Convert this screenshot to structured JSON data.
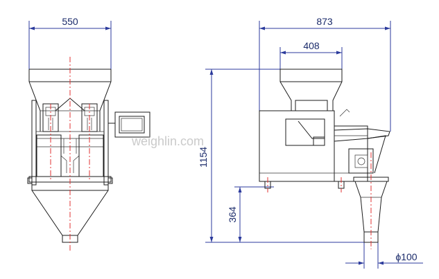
{
  "dimensions": {
    "front_width": "550",
    "overall_width": "873",
    "top_hopper_width": "408",
    "overall_height": "1154",
    "discharge_height": "364",
    "outlet_diameter": "ϕ100"
  },
  "watermark": "weighlin.com",
  "colors": {
    "dimension": "#2b3a9c",
    "center_line": "#e03030",
    "outline": "#1b1b1b"
  }
}
